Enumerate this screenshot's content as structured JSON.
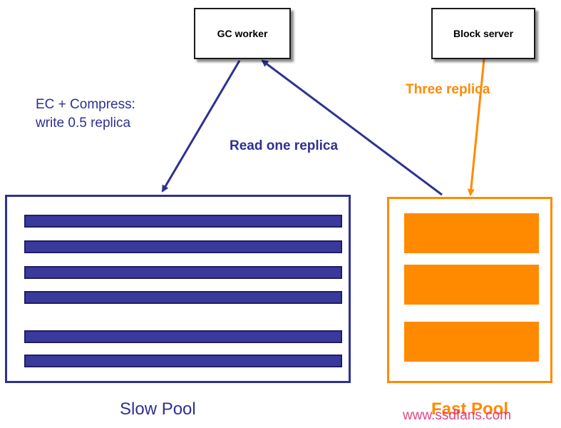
{
  "nodes": {
    "gc_worker": "GC worker",
    "block_server": "Block server"
  },
  "labels": {
    "ec_line1": "EC + Compress:",
    "ec_line2": "write 0.5 replica",
    "read_one": "Read one replica",
    "three_replica": "Three replica"
  },
  "pools": {
    "slow": "Slow Pool",
    "fast": "Fast Pool"
  },
  "watermark": "www.ssdfans.com",
  "colors": {
    "blue": "#2e3192",
    "orange": "#ff8a00",
    "watermark": "#e0236e"
  }
}
